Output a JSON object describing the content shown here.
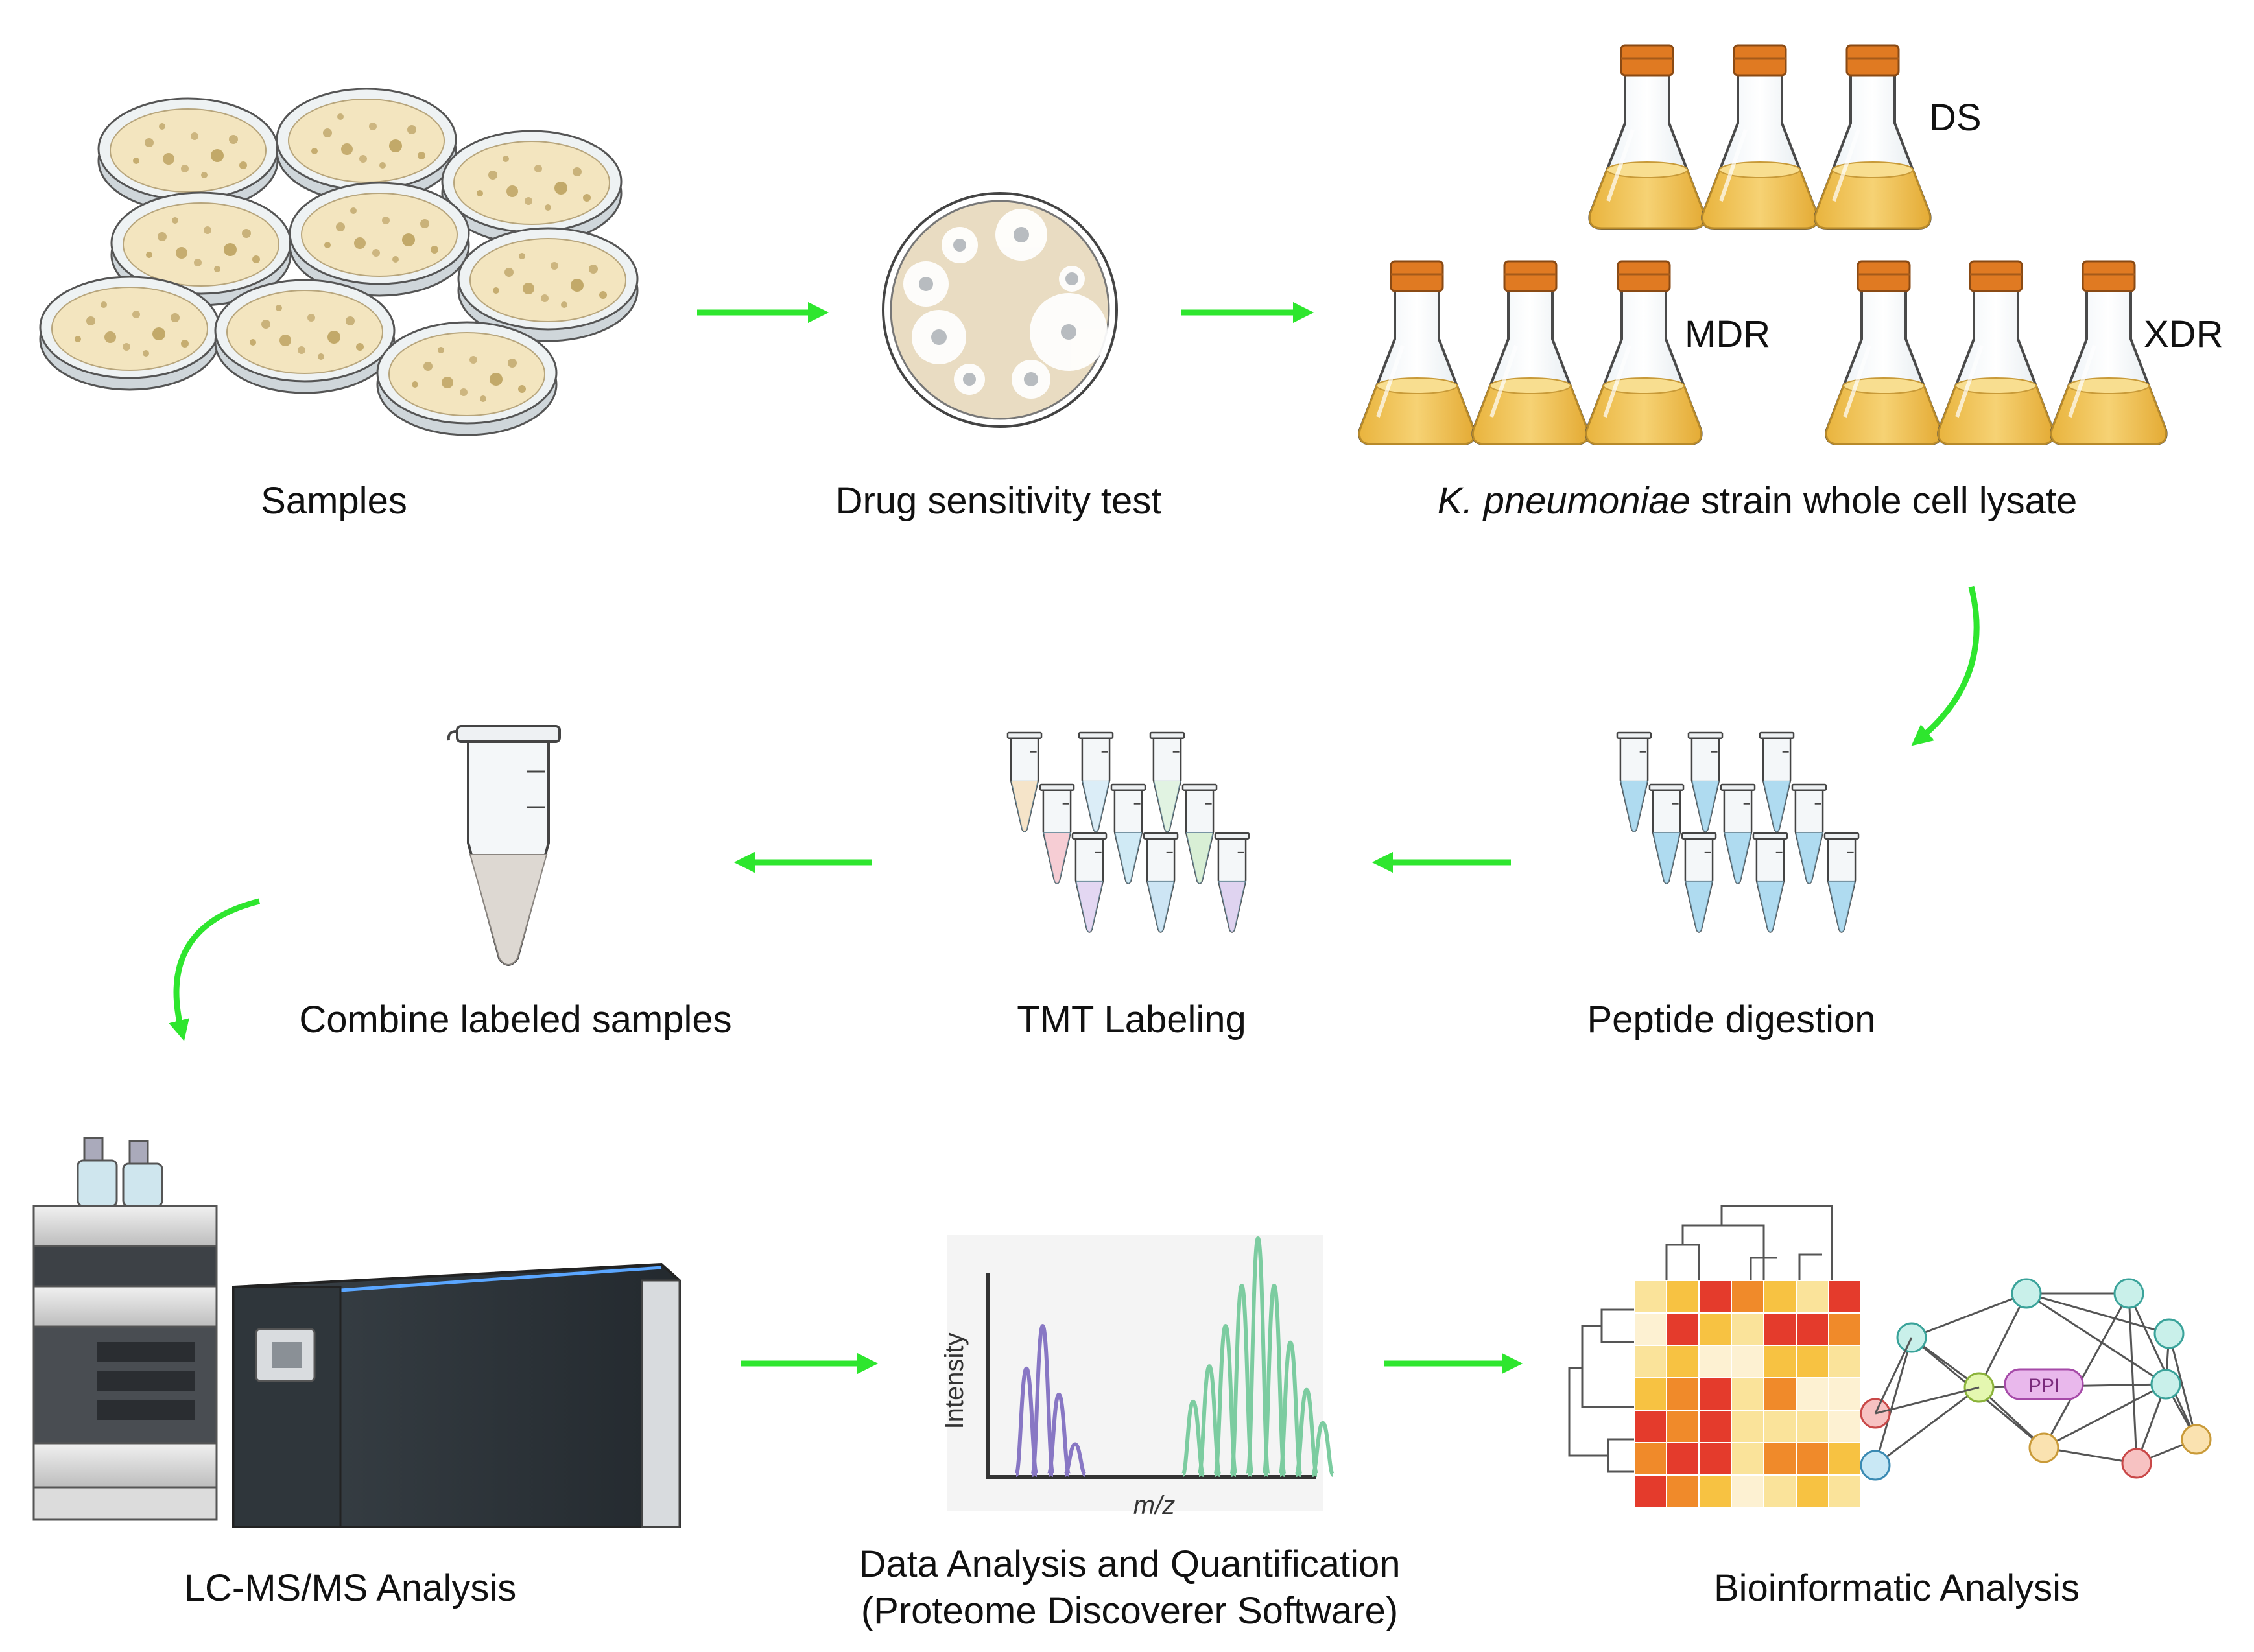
{
  "labels": {
    "samples": "Samples",
    "drug_test": "Drug sensitivity test",
    "lysate_italic": "K. pneumoniae",
    "lysate_rest": " strain whole cell lysate",
    "ds": "DS",
    "mdr": "MDR",
    "xdr": "XDR",
    "peptide": "Peptide digestion",
    "tmt": "TMT Labeling",
    "combine": "Combine labeled samples",
    "lcms": "LC-MS/MS Analysis",
    "data_line1": "Data Analysis and Quantification",
    "data_line2": "(Proteome Discoverer Software)",
    "bioinfo": "Bioinformatic Analysis",
    "intensity": "Intensity",
    "mz": "m/z",
    "ppi": "PPI"
  },
  "colors": {
    "arrow": "#2ee62e",
    "flask_liquid": "#f2c55a",
    "cap": "#e07a22",
    "tube_blue": "#a8d8f0",
    "peak_purple": "#8877c4",
    "peak_green": "#7ccca0"
  },
  "spectrum": {
    "purple_peaks": [
      0.45,
      0.63,
      0.34,
      0.13
    ],
    "green_peaks": [
      0.31,
      0.46,
      0.63,
      0.8,
      1.0,
      0.8,
      0.56,
      0.36,
      0.22
    ]
  }
}
